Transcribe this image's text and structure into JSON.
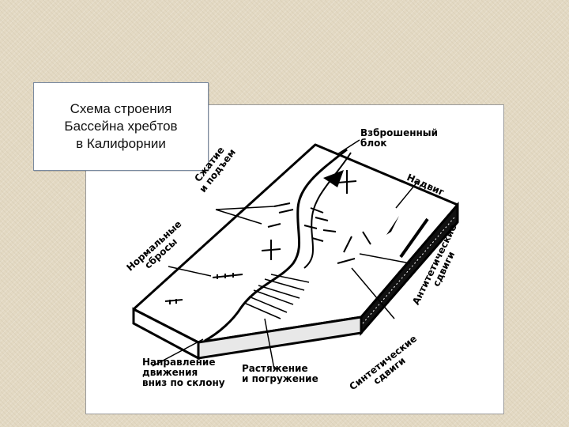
{
  "title": {
    "line1": "Схема строения",
    "line2": "Бассейна хребтов",
    "line3": "в Калифорнии"
  },
  "labels": {
    "uplifted_block": [
      "Взброшенный",
      "блок"
    ],
    "thrust": "Надвиг",
    "compression": [
      "Сжатие",
      "и подъем"
    ],
    "normal_faults": [
      "Нормальные",
      "сбросы"
    ],
    "antithetic": [
      "Антитетические",
      "сдвиги"
    ],
    "synthetic": [
      "Синтетические",
      "сдвиги"
    ],
    "downslope": [
      "Направление",
      "движения",
      "вниз по склону"
    ],
    "extension": [
      "Растяжение",
      "и погружение"
    ]
  }
}
